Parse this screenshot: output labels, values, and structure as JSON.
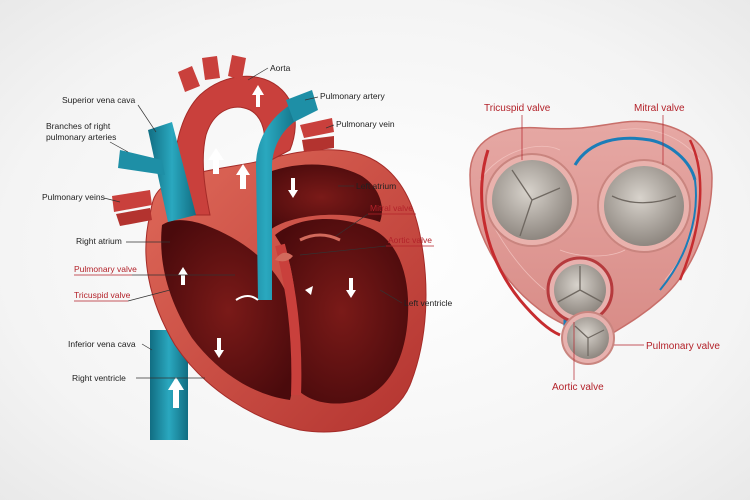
{
  "heart_labels": {
    "aorta": "Aorta",
    "superior_vena_cava": "Superior vena cava",
    "branches_right_pa_line1": "Branches of right",
    "branches_right_pa_line2": "pulmonary arteries",
    "pulmonary_veins": "Pulmonary veins",
    "right_atrium": "Right atrium",
    "pulmonary_valve": "Pulmonary valve",
    "tricuspid_valve": "Tricuspid valve",
    "inferior_vena_cava": "Inferior vena cava",
    "right_ventricle": "Right ventricle",
    "pulmonary_artery": "Pulmonary artery",
    "pulmonary_vein": "Pulmonary vein",
    "left_atrium": "Left atrium",
    "mitral_valve": "Mitral valve",
    "aortic_valve": "Aortic valve",
    "left_ventricle": "Left ventricle"
  },
  "valve_labels": {
    "tricuspid_valve": "Tricuspid valve",
    "mitral_valve": "Mitral valve",
    "pulmonary_valve": "Pulmonary valve",
    "aortic_valve": "Aortic valve"
  },
  "colors": {
    "label_red": "#b3222a",
    "label_black": "#222222",
    "muscle": "#c9403c",
    "chamber": "#5a0e10",
    "vessel_blue": "#1e8fa6",
    "valve_grey": "#b9b3ab",
    "background": "#f4f4f4"
  },
  "icons": {
    "flow_arrow": "white-arrow-icon"
  }
}
